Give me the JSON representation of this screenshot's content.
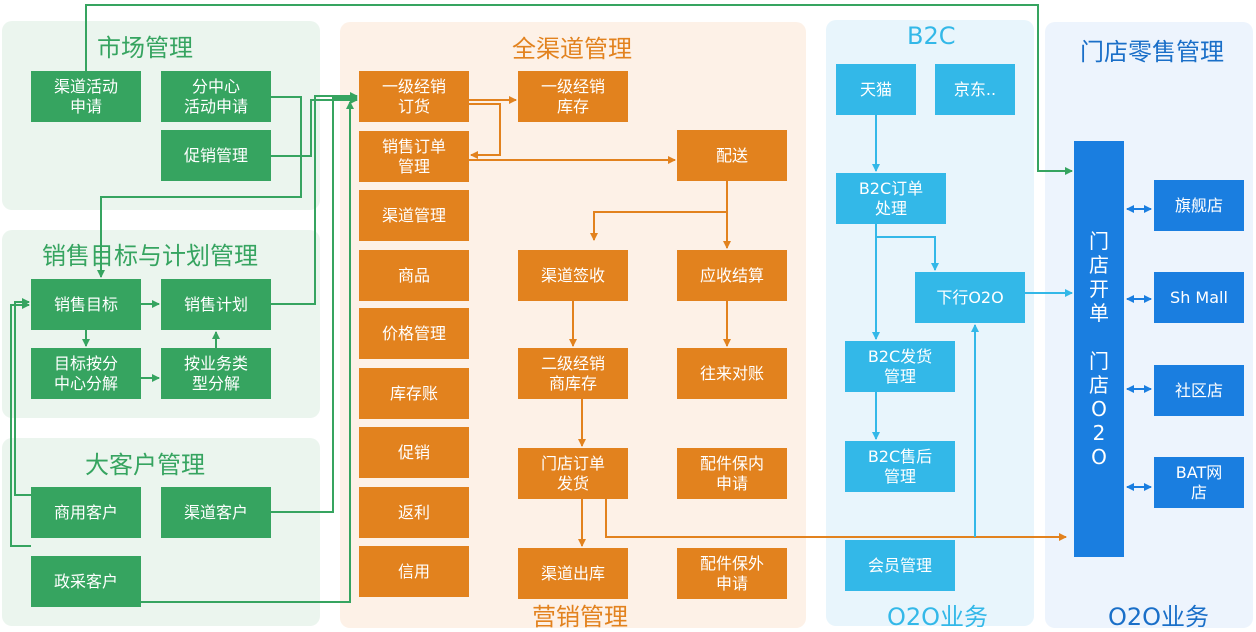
{
  "colors": {
    "market_green": "#36a460",
    "green_panel_bg": "#ebf5ee",
    "orange": "#e2821e",
    "orange_panel_bg": "#fdf1e7",
    "cyan": "#33b8e8",
    "cyan_panel_bg": "#e8f5fc",
    "blue": "#1a7ee0",
    "blue_panel_bg": "#edf4fd"
  },
  "panels": {
    "market": {
      "title": "市场管理",
      "boxes": {
        "channel_activity": "渠道活动\n申请",
        "branch_activity": "分中心\n活动申请",
        "promotion_mgmt": "促销管理"
      }
    },
    "sales_target": {
      "title": "销售目标与计划管理",
      "boxes": {
        "sales_target": "销售目标",
        "sales_plan": "销售计划",
        "target_by_center": "目标按分\n中心分解",
        "by_business_type": "按业务类\n型分解"
      }
    },
    "key_account": {
      "title": "大客户管理",
      "boxes": {
        "commercial": "商用客户",
        "channel_customer": "渠道客户",
        "government": "政采客户"
      }
    },
    "omni_channel": {
      "title": "全渠道管理",
      "footer": "营销管理",
      "boxes": {
        "first_order": "一级经销\n订货",
        "first_stock": "一级经销\n库存",
        "sales_order": "销售订单\n管理",
        "delivery": "配送",
        "channel_mgmt": "渠道管理",
        "goods": "商品",
        "price": "价格管理",
        "inventory": "库存账",
        "promo": "促销",
        "rebate": "返利",
        "credit": "信用",
        "channel_sign": "渠道签收",
        "receivable": "应收结算",
        "second_stock": "二级经销\n商库存",
        "reconcile": "往来对账",
        "store_ship": "门店订单\n发货",
        "parts_in": "配件保内\n申请",
        "channel_out": "渠道出库",
        "parts_out": "配件保外\n申请"
      }
    },
    "b2c": {
      "title": "B2C",
      "footer": "O2O业务",
      "boxes": {
        "tmall": "天猫",
        "jd": "京东..",
        "order": "B2C订单\n处理",
        "down_o2o": "下行O2O",
        "ship": "B2C发货\n管理",
        "after_sale": "B2C售后\n管理",
        "member": "会员管理"
      }
    },
    "store_retail": {
      "title": "门店零售管理",
      "footer": "O2O业务",
      "vertical_box": [
        "门",
        "店",
        "开",
        "单",
        "",
        "门",
        "店",
        "O",
        "2",
        "O"
      ],
      "boxes": {
        "flagship": "旗舰店",
        "sh_mall": "Sh Mall",
        "community": "社区店",
        "bat": "BAT网\n店"
      }
    }
  }
}
